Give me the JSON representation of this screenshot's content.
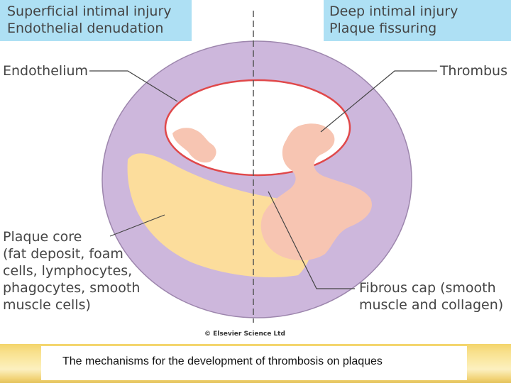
{
  "header": {
    "left_line1": "Superficial intimal injury",
    "left_line2": "Endothelial denudation",
    "right_line1": "Deep intimal injury",
    "right_line2": "Plaque fissuring"
  },
  "labels": {
    "endothelium": "Endothelium",
    "thrombus": "Thrombus",
    "plaque_core": [
      "Plaque core",
      "(fat deposit, foam",
      "cells, lymphocytes,",
      "phagocytes, smooth",
      "muscle cells)"
    ],
    "fibrous_cap": [
      "Fibrous cap (smooth",
      "muscle and collagen)"
    ]
  },
  "copyright": "© Elsevier Science Ltd",
  "caption": "The mechanisms for the development of thrombosis on plaques",
  "colors": {
    "vessel_wall": "#cdb7dc",
    "vessel_outline": "#9d86ad",
    "lumen": "#ffffff",
    "endothelium_line": "#e0484a",
    "thrombus": "#f7c5b2",
    "plaque_core": "#fcdd9c",
    "header_box": "#aee0f4",
    "footer": "#f6dc86"
  }
}
